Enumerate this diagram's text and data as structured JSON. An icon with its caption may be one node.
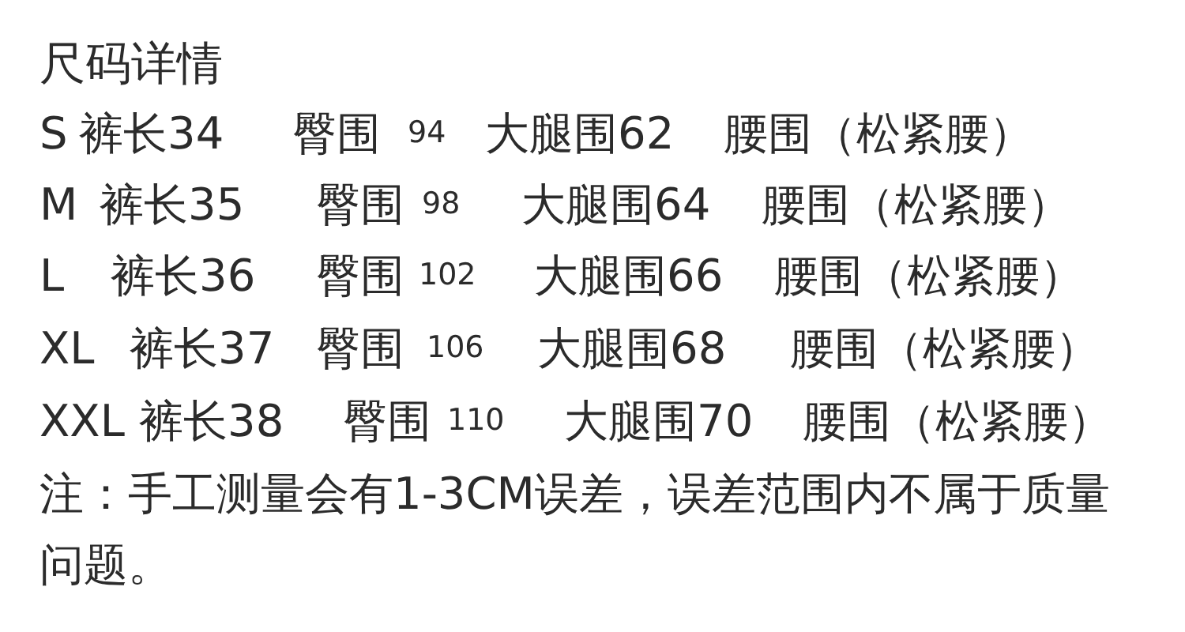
{
  "diagram": {
    "title": "尺码详情",
    "labels": [
      "S",
      "裤长34",
      "臀围",
      "94",
      "大腿围62",
      "腰围（松紧腰）",
      "M",
      "裤长35",
      "臀围",
      "98",
      "大腿围64",
      "腰围（松紧腰）",
      "L",
      "裤长36",
      "臀围",
      "102",
      "大腿围66",
      "腰围（松紧腰）",
      "XL",
      "裤长37",
      "臀围",
      "106",
      "大腿围68",
      "腰围（松紧腰）",
      "XXL",
      "裤长38",
      "臀围",
      "110",
      "大腿围70",
      "腰围（松紧腰）",
      "注：手工测量会有1-3CM误差，误差范围内不属于质量问题。"
    ]
  }
}
